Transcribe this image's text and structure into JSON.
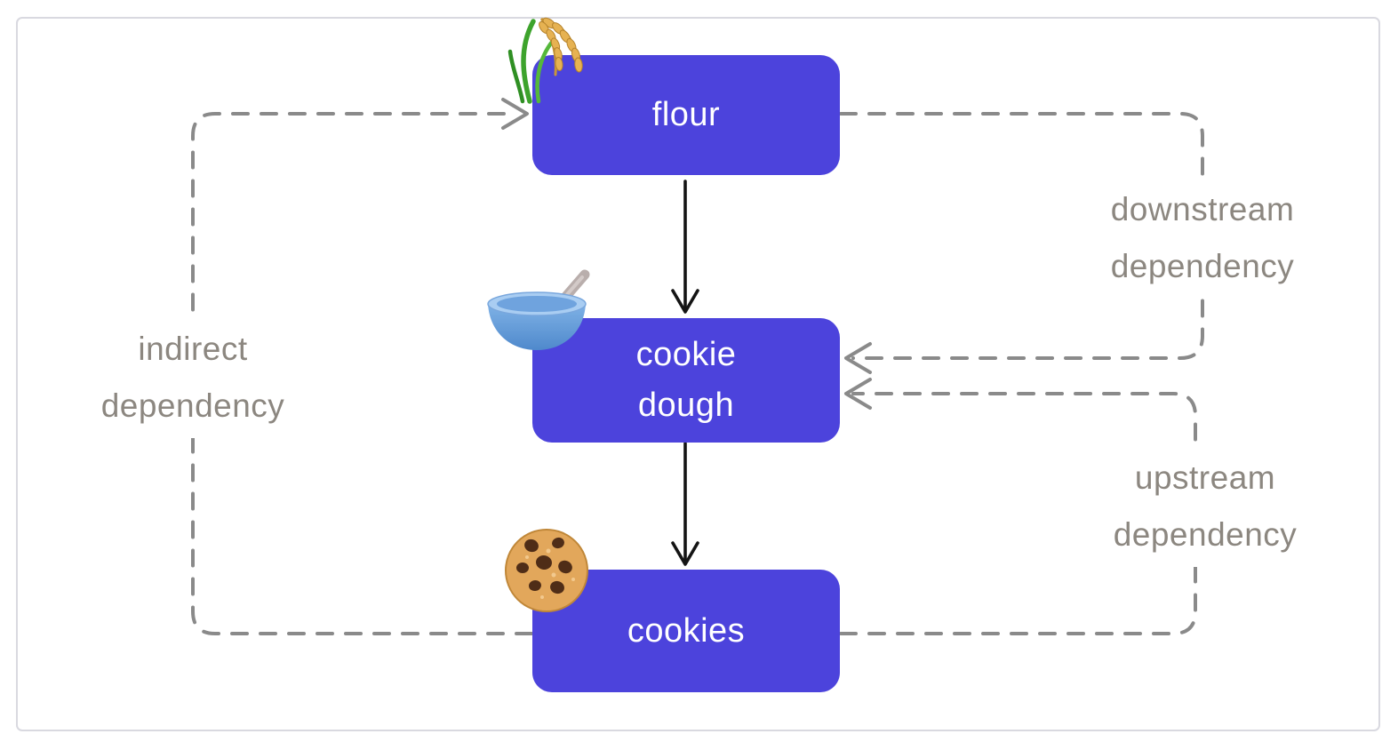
{
  "diagram": {
    "nodes": [
      {
        "id": "flour",
        "label": "flour",
        "icon": "wheat-icon"
      },
      {
        "id": "cookie_dough",
        "label": "cookie\ndough",
        "icon": "bowl-with-spoon-icon"
      },
      {
        "id": "cookies",
        "label": "cookies",
        "icon": "cookie-icon"
      }
    ],
    "edge_labels": {
      "indirect": "indirect\ndependency",
      "downstream": "downstream\ndependency",
      "upstream": "upstream\ndependency"
    },
    "edges": [
      {
        "from": "flour",
        "to": "cookie_dough",
        "style": "solid-arrow"
      },
      {
        "from": "cookie_dough",
        "to": "cookies",
        "style": "solid-arrow"
      },
      {
        "from": "cookies",
        "to": "flour",
        "style": "dashed-arrow",
        "label": "indirect dependency"
      },
      {
        "from": "flour",
        "to": "cookie_dough",
        "style": "dashed-arrow",
        "label": "downstream dependency"
      },
      {
        "from": "cookies",
        "to": "cookie_dough",
        "style": "dashed-arrow",
        "label": "upstream dependency"
      }
    ],
    "colors": {
      "node_fill": "#4c43dc",
      "node_text": "#ffffff",
      "dashed_line": "#8a8a8a",
      "label_text": "#8c8780",
      "solid_arrow": "#141414",
      "frame_border": "#d9d9e0"
    }
  }
}
